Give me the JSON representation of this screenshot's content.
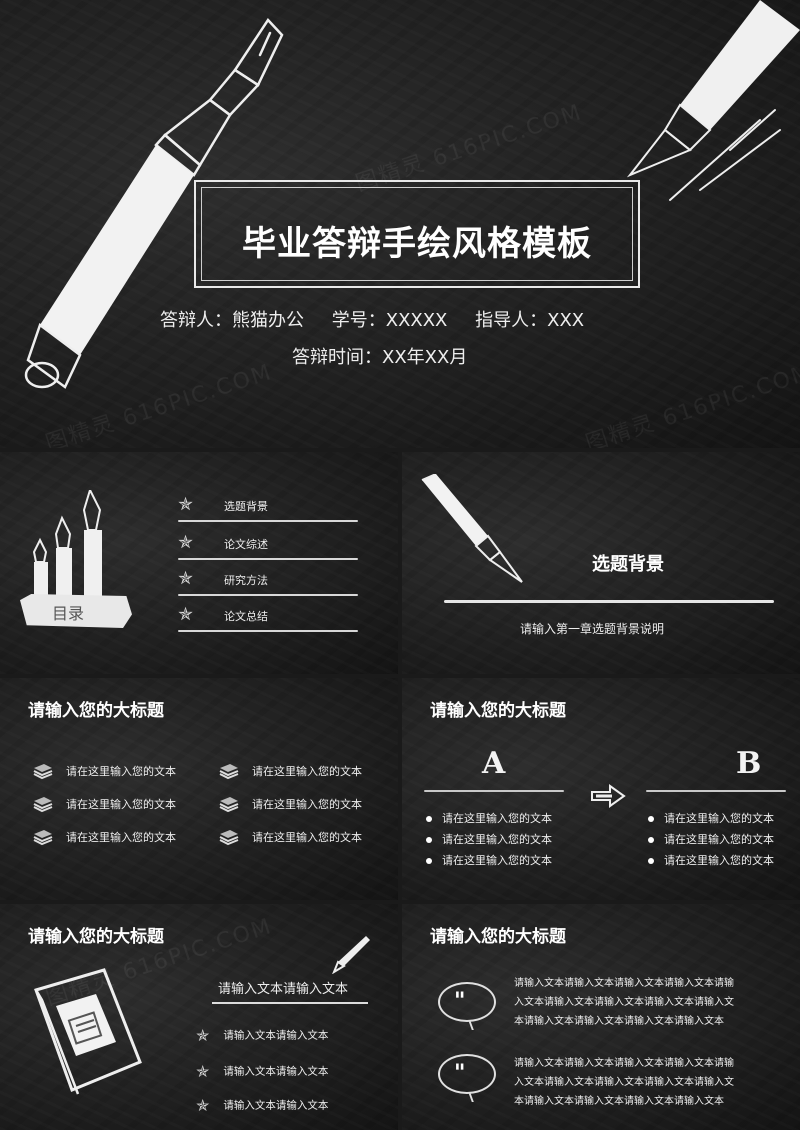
{
  "cover": {
    "title": "毕业答辩手绘风格模板",
    "presenter": "答辩人：熊猫办公",
    "student_id": "学号：XXXXX",
    "advisor": "指导人：XXX",
    "date": "答辩时间：XX年XX月",
    "watermark": "图精灵 616PIC.COM"
  },
  "toc": {
    "label": "目录",
    "items": [
      "选题背景",
      "论文综述",
      "研究方法",
      "论文总结"
    ]
  },
  "section1": {
    "title": "选题背景",
    "subtitle": "请输入第一章选题背景说明"
  },
  "panel3": {
    "title": "请输入您的大标题",
    "left_items": [
      "请在这里输入您的文本",
      "请在这里输入您的文本",
      "请在这里输入您的文本"
    ],
    "right_items": [
      "请在这里输入您的文本",
      "请在这里输入您的文本",
      "请在这里输入您的文本"
    ]
  },
  "panel4": {
    "title": "请输入您的大标题",
    "letter_a": "A",
    "letter_b": "B",
    "a_items": [
      "请在这里输入您的文本",
      "请在这里输入您的文本",
      "请在这里输入您的文本"
    ],
    "b_items": [
      "请在这里输入您的文本",
      "请在这里输入您的文本",
      "请在这里输入您的文本"
    ]
  },
  "panel5": {
    "title": "请输入您的大标题",
    "heading": "请输入文本请输入文本",
    "items": [
      "请输入文本请输入文本",
      "请输入文本请输入文本",
      "请输入文本请输入文本"
    ]
  },
  "panel6": {
    "title": "请输入您的大标题",
    "quote1": "请输入文本请输入文本请输入文本请输入文本请输入文本请输入文本请输入文本请输入文本请输入文本请输入文本请输入文本请输入文本请输入文本",
    "quote2": "请输入文本请输入文本请输入文本请输入文本请输入文本请输入文本请输入文本请输入文本请输入文本请输入文本请输入文本请输入文本请输入文本"
  },
  "colors": {
    "chalk": "#ffffff",
    "board": "#222222"
  }
}
